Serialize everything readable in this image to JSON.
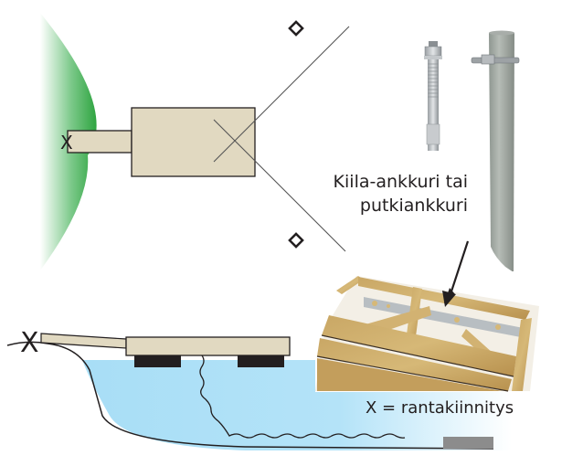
{
  "diagram": {
    "title": "Laiturin kiinnitys",
    "top_view": {
      "shore_anchor_mark": "X"
    },
    "side_view": {
      "shore_anchor_mark": "X"
    },
    "anchor_label": {
      "line1": "Kiila-ankkuri tai",
      "line2": "putkiankkuri"
    },
    "legend": "X = rantakiinnitys",
    "colors": {
      "shore_green": "#3aaa48",
      "dock_fill": "#e1d9c1",
      "water": "#a8def6",
      "float": "#231f20",
      "weight": "#8c8c8c",
      "line": "#231f20"
    }
  }
}
